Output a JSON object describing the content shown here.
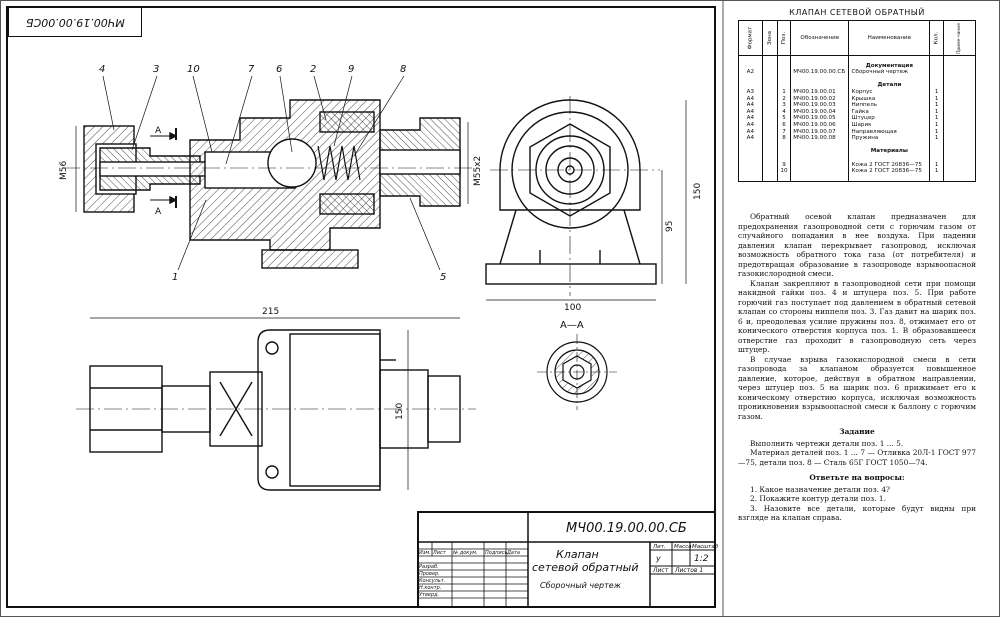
{
  "stamp": {
    "code": "МЧ00.19.00.00СБ"
  },
  "spec": {
    "title": "КЛАПАН СЕТЕВОЙ ОБРАТНЫЙ",
    "headers": {
      "format": "Формат",
      "zone": "Зона",
      "pos": "Поз.",
      "designation": "Обозначение",
      "name": "Наименование",
      "qty": "Кол.",
      "note": "Приме-чание"
    },
    "section_docs": "Документация",
    "doc_row": {
      "format": "А2",
      "designation": "МЧ00.19.00.00.СБ",
      "name": "Сборочный чертеж"
    },
    "section_parts": "Детали",
    "parts": [
      {
        "format": "А3",
        "pos": "1",
        "designation": "МЧ00.19.00.01",
        "name": "Корпус",
        "qty": "1"
      },
      {
        "format": "А4",
        "pos": "2",
        "designation": "МЧ00.19.00.02",
        "name": "Крышка",
        "qty": "1"
      },
      {
        "format": "А4",
        "pos": "3",
        "designation": "МЧ00.19.00.03",
        "name": "Ниппель",
        "qty": "1"
      },
      {
        "format": "А4",
        "pos": "4",
        "designation": "МЧ00.19.00.04",
        "name": "Гайка",
        "qty": "1"
      },
      {
        "format": "А4",
        "pos": "5",
        "designation": "МЧ00.19.00.05",
        "name": "Штуцер",
        "qty": "1"
      },
      {
        "format": "А4",
        "pos": "6",
        "designation": "МЧ00.19.00.06",
        "name": "Шарик",
        "qty": "1"
      },
      {
        "format": "А4",
        "pos": "7",
        "designation": "МЧ00.19.00.07",
        "name": "Направляющая",
        "qty": "1"
      },
      {
        "format": "А4",
        "pos": "8",
        "designation": "МЧ00.19.00.08",
        "name": "Пружина",
        "qty": "1"
      }
    ],
    "section_materials": "Материалы",
    "materials": [
      {
        "pos": "9",
        "name": "Кожа 2 ГОСТ 20836—75",
        "qty": "1"
      },
      {
        "pos": "10",
        "name": "Кожа 2 ГОСТ 20836—75",
        "qty": "1"
      }
    ]
  },
  "description": {
    "p1": "Обратный осевой клапан предназначен для предохранения газопроводной сети с горючим газом от случайного попадания в нее воздуха. При падении давления клапан перекрывает газопровод, исключая возможность обратного тока газа (от потребителя) и предотвращая образование в газопроводе взрывоопасной газокислородной смеси.",
    "p2": "Клапан закрепляют в газопроводной сети при помощи накидной гайки поз. 4 и штуцера поз. 5. При работе горючий газ поступает под давлением в обратный сетевой клапан со стороны ниппеля поз. 3. Газ давит на шарик поз. 6 и, преодолевая усилие пружины поз. 8, отжимает его от конического отверстия корпуса поз. 1. В образовавшееся отверстие газ проходит в газопроводную сеть через штуцер.",
    "p3": "В случае взрыва газокислородной смеси в сети газопровода за клапаном образуется повышенное давление, которое, действуя в обратном направлении, через штуцер поз. 5 на шарик поз. 6 прижимает его к коническому отверстию корпуса, исключая возможность проникновения взрывоопасной смеси к баллону с горючим газом.",
    "task_title": "Задание",
    "task1": "Выполнить чертежи детали поз. 1 ... 5.",
    "task2": "Материал деталей поз. 1 ... 7 — Отливка 20Л-1 ГОСТ 977—75, детали поз. 8 — Сталь 65Г ГОСТ 1050—74.",
    "q_title": "Ответьте на вопросы:",
    "q1": "1. Какое назначение детали поз. 4?",
    "q2": "2. Покажите контур детали поз. 1.",
    "q3": "3. Назовите все детали, которые будут видны при взгляде на клапан справа."
  },
  "drawing": {
    "pos_labels": [
      "4",
      "3",
      "10",
      "7",
      "6",
      "2",
      "9",
      "8",
      "1",
      "5"
    ],
    "dims": {
      "m56": "M56",
      "m55": "M55x2",
      "d150a": "150",
      "d95": "95",
      "d100": "100",
      "d215": "215",
      "d150b": "150"
    },
    "section_mark": "А",
    "section_title": "А—А"
  },
  "title_block": {
    "code": "МЧ00.19.00.00.СБ",
    "name1": "Клапан",
    "name2": "сетевой обратный",
    "doc_type": "Сборочный чертеж",
    "lit": "Лит.",
    "mass": "Масса",
    "scale_label": "Масштаб",
    "lit_value": "у",
    "scale": "1:2",
    "sheet": "Лист",
    "sheets": "Листов 1",
    "rows": [
      "Изм.",
      "Лист",
      "№ докум.",
      "Подпись",
      "Дата"
    ],
    "roles": [
      "Разраб.",
      "Провер.",
      "Консульт.",
      "Н.контр.",
      "Утверд."
    ]
  }
}
